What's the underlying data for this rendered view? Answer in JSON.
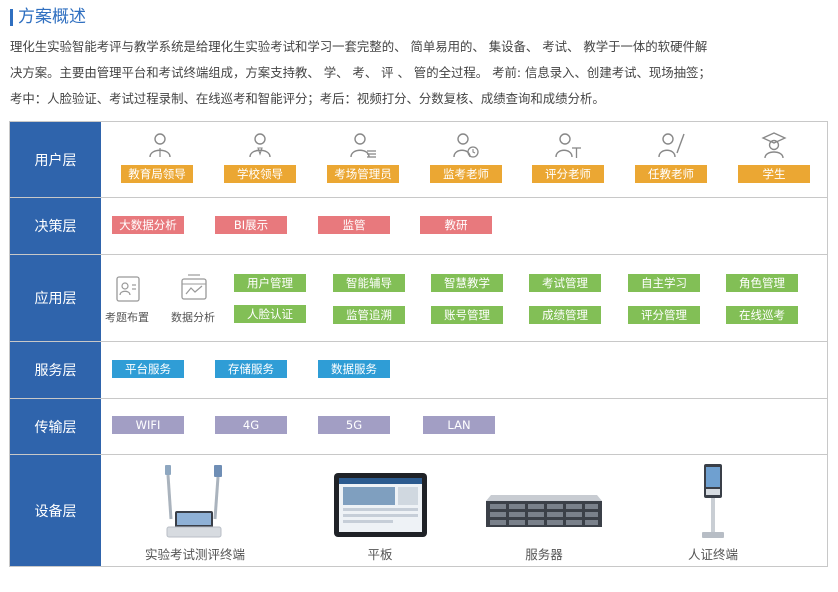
{
  "title": "方案概述",
  "description": [
    "理化生实验智能考评与教学系统是给理化生实验考试和学习一套完整的、 简单易用的、 集设备、 考试、 教学于一体的软硬件解",
    "决方案。主要由管理平台和考试终端组成，方案支持教、 学、 考、 评 、 管的全过程。 考前: 信息录入、创建考试、现场抽签；",
    "考中：人脸验证、考试过程录制、在线巡考和智能评分；考后：视频打分、分数复核、成绩查询和成绩分析。"
  ],
  "layers": {
    "user": {
      "label": "用户层",
      "items": [
        {
          "label": "教育局领导",
          "icon": "person-icon"
        },
        {
          "label": "学校领导",
          "icon": "person-tie-icon"
        },
        {
          "label": "考场管理员",
          "icon": "person-list-icon"
        },
        {
          "label": "监考老师",
          "icon": "person-clock-icon"
        },
        {
          "label": "评分老师",
          "icon": "person-score-icon"
        },
        {
          "label": "任教老师",
          "icon": "person-pen-icon"
        },
        {
          "label": "学生",
          "icon": "student-cap-icon"
        }
      ]
    },
    "decision": {
      "label": "决策层",
      "items": [
        "大数据分析",
        "BI展示",
        "监管",
        "教研"
      ]
    },
    "application": {
      "label": "应用层",
      "groups": [
        {
          "label": "考题布置",
          "icon": "id-card-icon"
        },
        {
          "label": "数据分析",
          "icon": "analytics-icon"
        }
      ],
      "row1": [
        "用户管理",
        "智能辅导",
        "智慧教学",
        "考试管理",
        "自主学习",
        "角色管理"
      ],
      "row2": [
        "人脸认证",
        "监管追溯",
        "账号管理",
        "成绩管理",
        "评分管理",
        "在线巡考"
      ]
    },
    "service": {
      "label": "服务层",
      "items": [
        "平台服务",
        "存储服务",
        "数据服务"
      ]
    },
    "transport": {
      "label": "传输层",
      "items": [
        "WIFI",
        "4G",
        "5G",
        "LAN"
      ]
    },
    "device": {
      "label": "设备层",
      "items": [
        {
          "label": "实验考试测评终端",
          "icon": "exam-terminal-device"
        },
        {
          "label": "平板",
          "icon": "tablet-device"
        },
        {
          "label": "服务器",
          "icon": "server-device"
        },
        {
          "label": "人证终端",
          "icon": "id-kiosk-device"
        }
      ]
    }
  },
  "colors": {
    "label_bg": "#2f64ac",
    "user": "#eba733",
    "decision": "#e8797d",
    "application": "#82bf56",
    "service": "#2f9dd6",
    "transport": "#a29ec4",
    "title": "#2f6fc0"
  }
}
